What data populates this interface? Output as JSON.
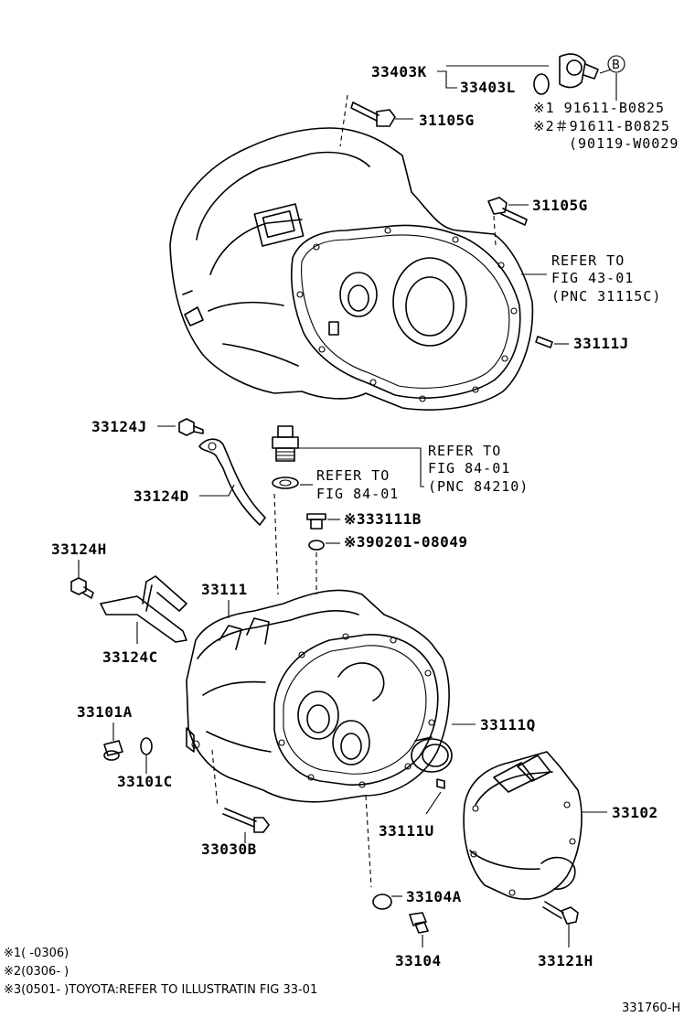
{
  "labels": {
    "p33403K": "33403K",
    "p33403L": "33403L",
    "p31105G_a": "31105G",
    "p31105G_b": "31105G",
    "p33111J": "33111J",
    "p33124J": "33124J",
    "p33124D": "33124D",
    "p33124H": "33124H",
    "p33111": "33111",
    "p33124C": "33124C",
    "p33101A": "33101A",
    "p33101C": "33101C",
    "p33111Q": "33111Q",
    "p33102": "33102",
    "p33111U": "33111U",
    "p33030B": "33030B",
    "p33104A": "33104A",
    "p33104": "33104",
    "p33121H": "33121H",
    "p33111B": "※333111B",
    "p390201": "※390201-08049",
    "circleB": "B"
  },
  "refs": {
    "b_line1": "※1  91611-B0825",
    "b_line2": "※2＃91611-B0825",
    "b_line3": "(90119-W0029",
    "fig43_1": "REFER TO",
    "fig43_2": "FIG 43-01",
    "fig43_3": "(PNC 31115C)",
    "fig84a_1": "REFER TO",
    "fig84a_2": "FIG 84-01",
    "fig84a_3": "(PNC 84210)",
    "fig84b_1": "REFER TO",
    "fig84b_2": "FIG 84-01"
  },
  "footnotes": {
    "n1": "※1(      -0306)",
    "n2": "※2(0306-      )",
    "n3": "※3(0501-      )TOYOTA:REFER TO ILLUSTRATIN FIG 33-01"
  },
  "diagram_id": "331760-H"
}
